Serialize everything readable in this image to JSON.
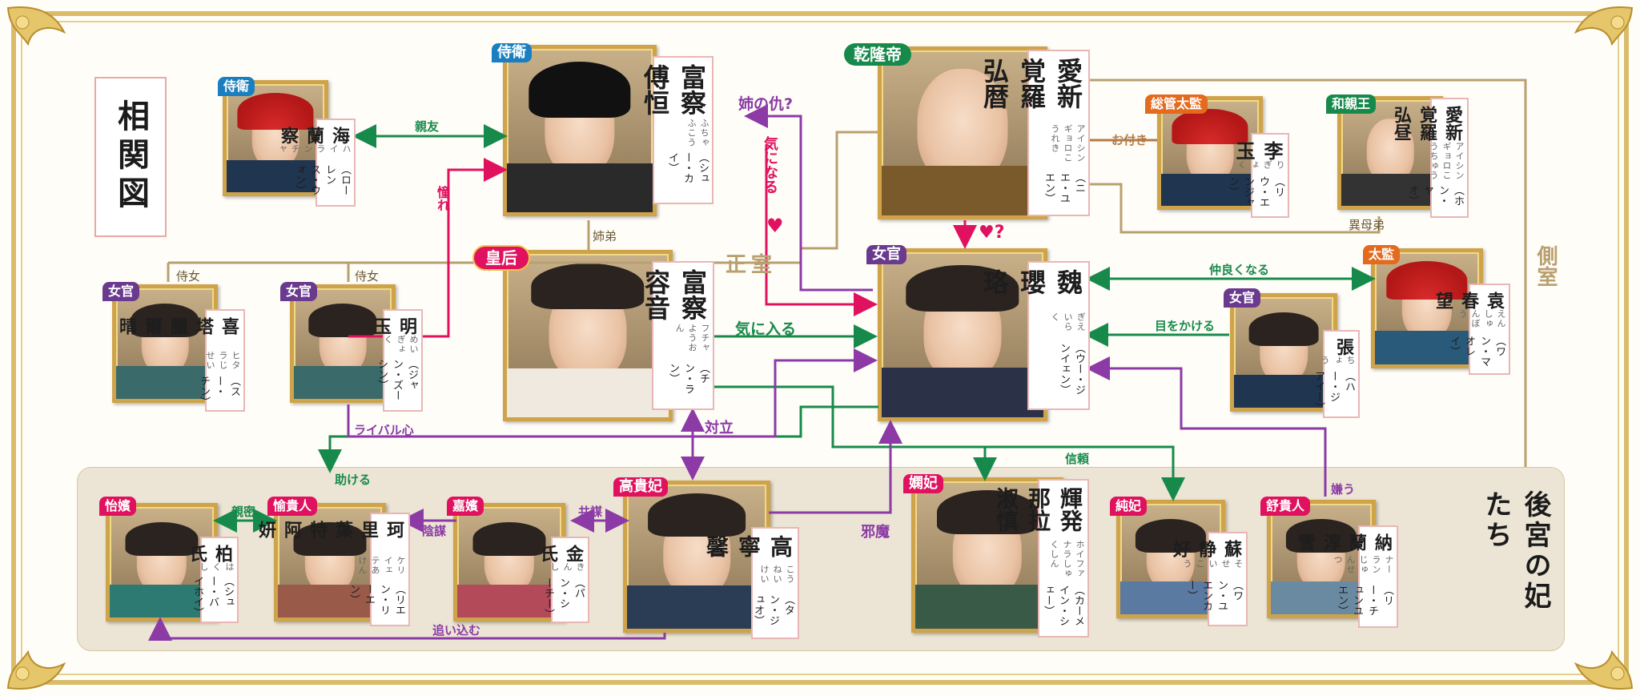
{
  "title": "相関図",
  "harem_title": "後宮の妃たち",
  "labels": {
    "side_consort": "側室",
    "main_wife": "正室"
  },
  "colors": {
    "gold": "#cfa34a",
    "green": "#178a4b",
    "pink": "#e0115f",
    "purple": "#8b3aa6",
    "brown": "#b37a47",
    "tan": "#b9a070"
  },
  "characters": {
    "hairan": {
      "badge": "侍衛",
      "name": "海蘭察",
      "reading": "ハイランチャ",
      "roman": "（ローレンス・ウォン）"
    },
    "fuheng": {
      "badge": "侍衛",
      "name": "富察傅恒",
      "reading": "ふちゃふこう",
      "roman": "（シュー・カイ）"
    },
    "qianlong": {
      "badge": "乾隆帝",
      "name": "愛新覚羅弘暦",
      "reading": "アイシンギョロこうれき",
      "roman": "（ニエ・ユエン）"
    },
    "liyu": {
      "badge": "総管太監",
      "name": "李玉",
      "reading": "りぎょく",
      "roman": "（リウ・エンジャン）"
    },
    "hongzhou": {
      "badge": "和親王",
      "name": "愛新覚羅弘昼",
      "reading": "アイシンギョロこうちゅう",
      "roman": "（ホン・ヤオ）"
    },
    "empress": {
      "badge": "皇后",
      "name": "富察容音",
      "reading": "フチャようおん",
      "roman": "（チン・ラン）"
    },
    "weiyingluo": {
      "badge": "女官",
      "name": "魏瓔珞",
      "reading": "ぎえいらく",
      "roman": "（ウー・ジンイェン）"
    },
    "erqing": {
      "badge": "女官",
      "name": "喜塔臘爾晴",
      "reading": "ヒタラじせい",
      "roman": "（スー・チン）"
    },
    "mingyu": {
      "badge": "女官",
      "name": "明玉",
      "reading": "めいぎょく",
      "roman": "（ジャン・ズーシン）"
    },
    "yuanchunwang": {
      "badge": "太監",
      "name": "袁春望",
      "reading": "えんしゅんぼう",
      "roman": "（ワン・マオレイ）"
    },
    "zhang": {
      "badge": "女官",
      "name": "張",
      "reading": "ちょう",
      "roman": "（ハー・ジアイー）"
    },
    "yipin": {
      "badge": "怡嬪",
      "name": "柏氏",
      "reading": "はくし",
      "roman": "（シュー・バイホイ）"
    },
    "yuguiren": {
      "badge": "愉貴人",
      "name": "珂里葉特阿妍",
      "reading": "ケリイェテあけん",
      "roman": "（リエン・リーエン）"
    },
    "jiapin": {
      "badge": "嘉嬪",
      "name": "金氏",
      "reading": "きんし",
      "roman": "（パン・シーチー）"
    },
    "gaoguifei": {
      "badge": "高貴妃",
      "name": "高寧馨",
      "reading": "こうねいけい",
      "roman": "（タン・ジュオ）"
    },
    "xianfei": {
      "badge": "嫻妃",
      "name": "輝発那拉淑慎",
      "reading": "ホイファナラしゅくしん",
      "roman": "（カーメイン・シェー）"
    },
    "chunfei": {
      "badge": "純妃",
      "name": "蘇静好",
      "reading": "そせいこう",
      "roman": "（ワン・ユエンカー）"
    },
    "shuguiren": {
      "badge": "舒貴人",
      "name": "納蘭淳雪",
      "reading": "ナーランじゅんせつ",
      "roman": "（リー・チュンユエン）"
    }
  },
  "relations": {
    "close_friend": "親友",
    "sister_revenge": "姉の仇?",
    "longing": "憧れ",
    "interested": "気になる",
    "heart_q": "?",
    "favored": "お付き",
    "half_brother": "異母弟",
    "siblings": "姉弟",
    "maid1": "侍女",
    "maid2": "侍女",
    "like": "気に入る",
    "rival": "ライバル心",
    "oppose": "対立",
    "get_close": "仲良くなる",
    "watch_over": "目をかける",
    "help": "助ける",
    "trust": "信頼",
    "hate": "嫌う",
    "intimate": "親密",
    "plot": "陰謀",
    "conspire": "共謀",
    "obstruct": "邪魔",
    "corner": "追い込む"
  }
}
